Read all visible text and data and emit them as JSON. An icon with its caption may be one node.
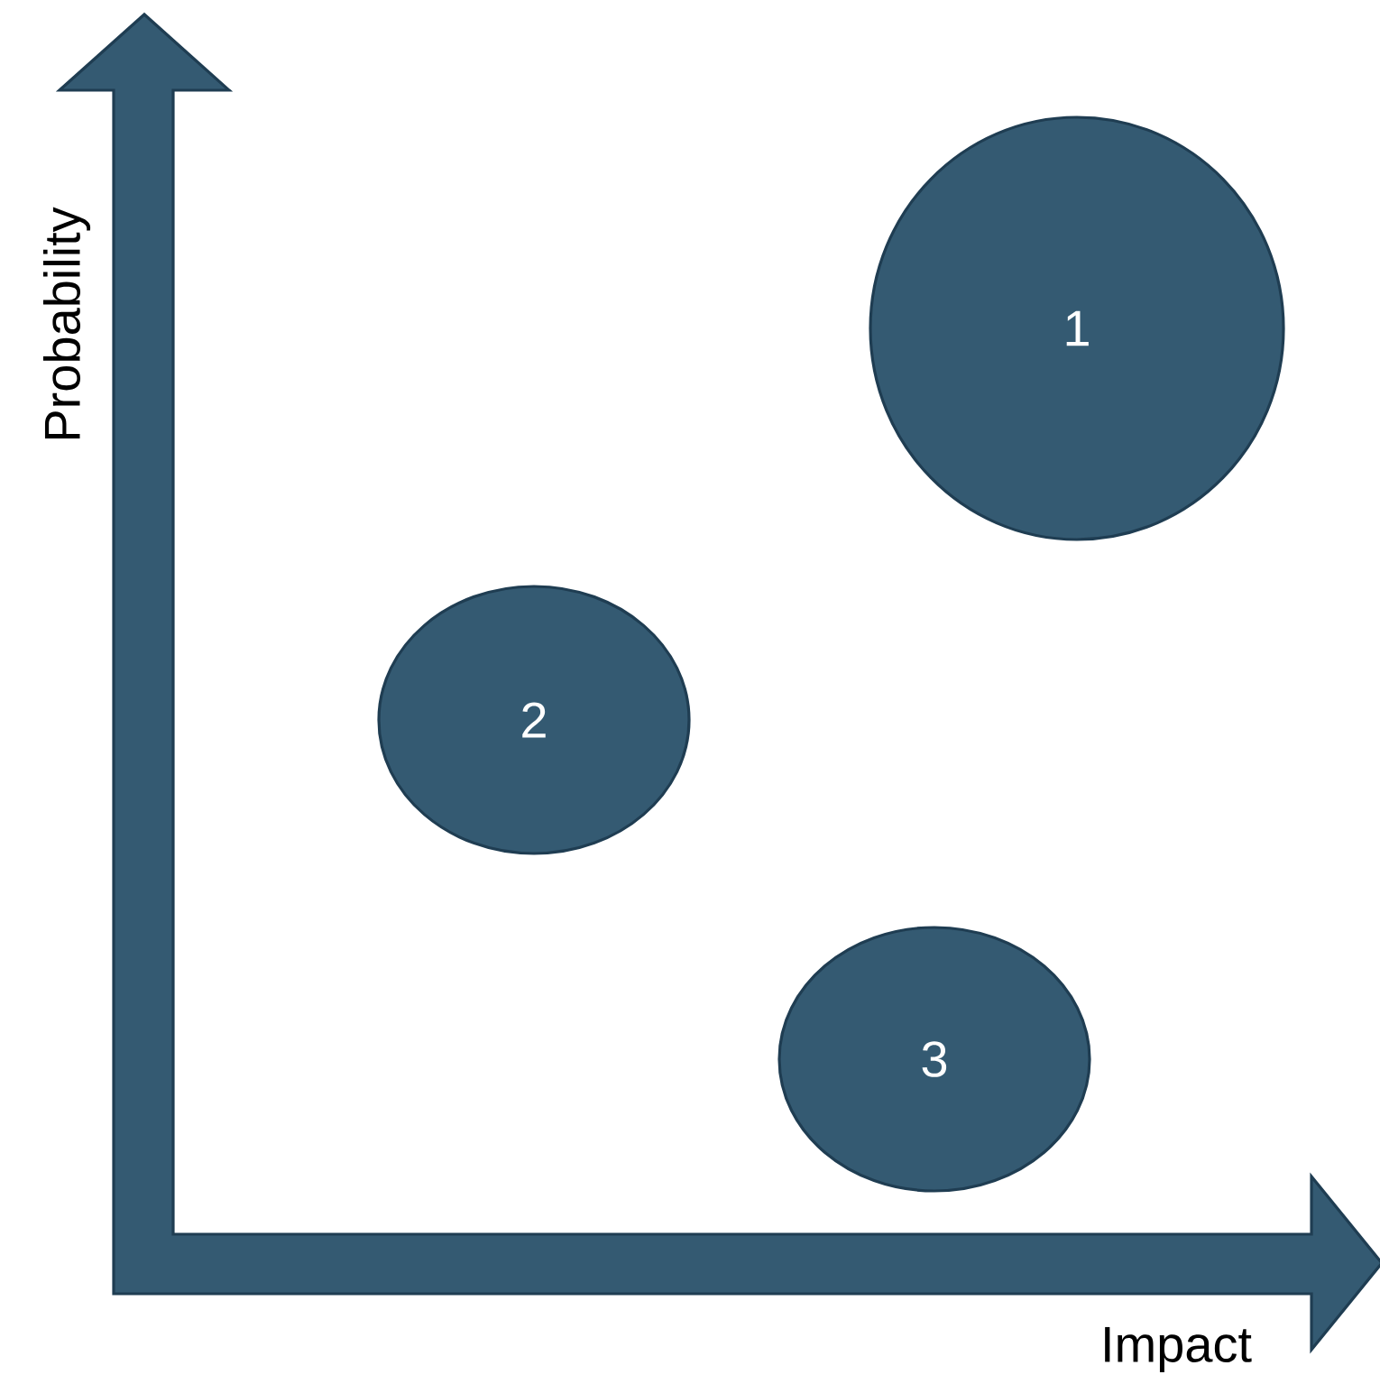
{
  "diagram": {
    "nodes": [
      {
        "text": [
          "1"
        ]
      },
      {
        "text": [
          "2"
        ]
      },
      {
        "text": [
          "3"
        ]
      }
    ],
    "labels": [
      "Probability",
      "Impact"
    ]
  }
}
